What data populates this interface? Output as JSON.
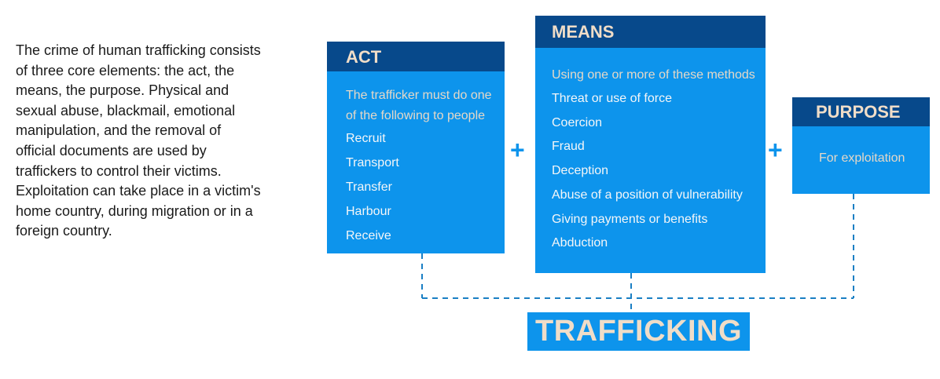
{
  "intro": {
    "lines": [
      "The crime of human trafficking consists",
      "of three core elements: the act, the",
      "means, the purpose. Physical and",
      "sexual abuse, blackmail, emotional",
      "manipulation, and the removal of",
      "official documents are used by",
      "traffickers to control their victims.",
      "Exploitation can take place in a victim's",
      "home country, during migration or in a",
      "foreign country."
    ]
  },
  "act": {
    "title": "ACT",
    "subtitle_lines": [
      "The trafficker must do one",
      "of the following to people"
    ],
    "items": [
      "Recruit",
      "Transport",
      "Transfer",
      "Harbour",
      "Receive"
    ]
  },
  "means": {
    "title": "MEANS",
    "subtitle": "Using one or more of these methods",
    "items": [
      "Threat or use of force",
      "Coercion",
      "Fraud",
      "Deception",
      "Abuse of a position of vulnerability",
      "Giving payments or benefits",
      "Abduction"
    ]
  },
  "purpose": {
    "title": "PURPOSE",
    "text": "For exploitation"
  },
  "operators": {
    "plus_1": "+",
    "plus_2": "+"
  },
  "result": {
    "label": "TRAFFICKING"
  },
  "colors": {
    "box_fill": "#0d94ec",
    "header_fill": "#07498b",
    "header_text": "#f0ddc8",
    "connector": "#1a7fc4"
  }
}
